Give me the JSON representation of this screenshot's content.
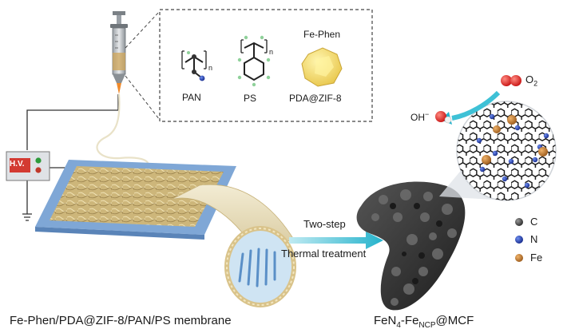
{
  "polymers": {
    "pan_label": "PAN",
    "ps_label": "PS",
    "zif_label": "PDA@ZIF-8",
    "fephen_label": "Fe-Phen",
    "repeat_subscript": "n"
  },
  "power_supply_label": "H.V.",
  "process": {
    "line1": "Two-step",
    "line2": "Thermal treatment"
  },
  "molecules": {
    "o2": "O",
    "o2_sub": "2",
    "oh": "OH",
    "oh_sup": "−"
  },
  "legend": {
    "items": [
      {
        "label": "C",
        "color": "#4a4a4a"
      },
      {
        "label": "N",
        "color": "#1e3fa6"
      },
      {
        "label": "Fe",
        "color": "#c07a2c"
      }
    ]
  },
  "captions": {
    "left": "Fe-Phen/PDA@ZIF-8/PAN/PS membrane",
    "right_main": "FeN",
    "right_sub4": "4",
    "right_mid": "-Fe",
    "right_subncp": "NCP",
    "right_end": "@MCF"
  },
  "colors": {
    "arrow": "#3ec1d6",
    "substrate": "#7fa7d6",
    "fiber": "#d8c38c",
    "carbon": "#2b2b2b"
  }
}
